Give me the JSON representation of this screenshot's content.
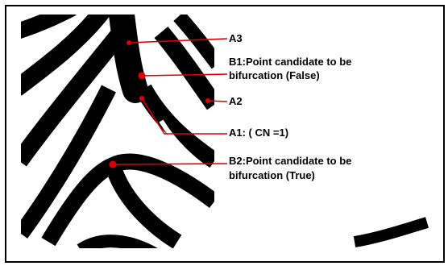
{
  "figure": {
    "colors": {
      "ridge": "#000000",
      "valley": "#ffffff",
      "annotation": "#e00000"
    },
    "labels": {
      "a3": "A3",
      "b1_line1": "B1:Point candidate to be",
      "b1_line2": "bifurcation (False)",
      "a2": "A2",
      "a1": "A1: ( CN =1)",
      "b2_line1": "B2:Point candidate to be",
      "b2_line2": "bifurcation (True)"
    }
  }
}
